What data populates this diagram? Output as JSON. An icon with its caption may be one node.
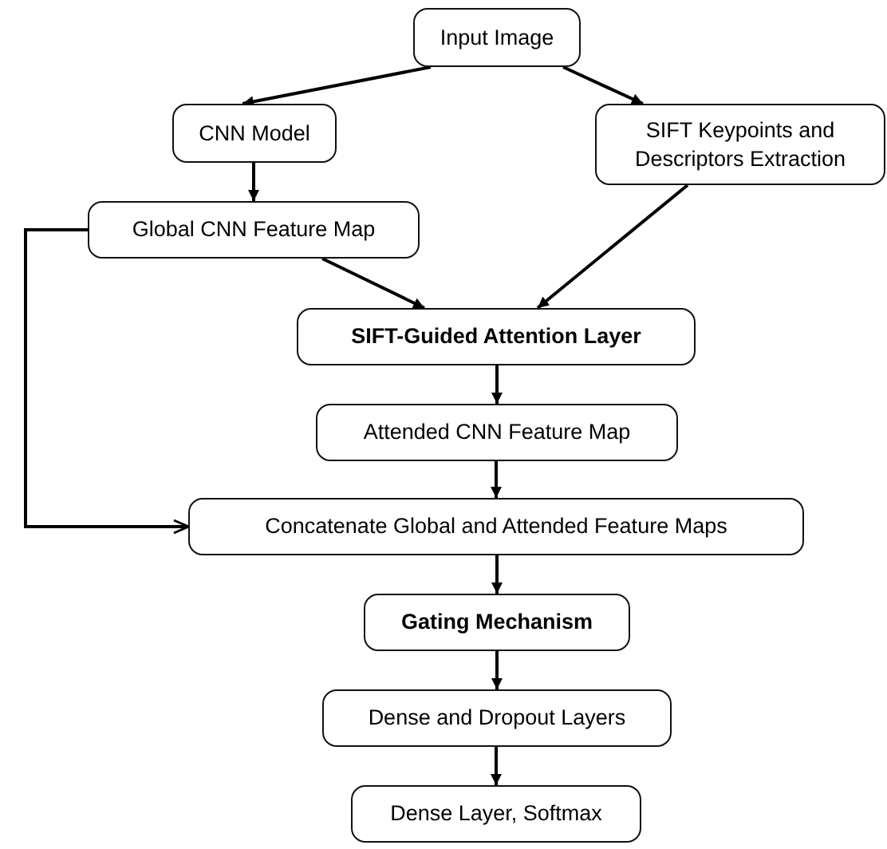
{
  "diagram": {
    "nodes": [
      {
        "text": [
          "Input Image"
        ]
      },
      {
        "text": [
          "CNN Model"
        ]
      },
      {
        "text": [
          "SIFT Keypoints and Descriptors Extraction"
        ]
      },
      {
        "text": [
          "Global CNN Feature Map"
        ]
      },
      {
        "text": [
          "SIFT-Guided Attention Layer"
        ]
      },
      {
        "text": [
          "Attended CNN Feature Map"
        ]
      },
      {
        "text": [
          "Concatenate Global and Attended Feature Maps"
        ]
      },
      {
        "text": [
          "Gating Mechanism"
        ]
      },
      {
        "text": [
          "Dense and Dropout Layers"
        ]
      },
      {
        "text": [
          "Dense Layer, Softmax"
        ]
      }
    ],
    "edges": [
      {
        "from": 0,
        "to": 1,
        "arrow": "to"
      },
      {
        "from": 0,
        "to": 2,
        "arrow": "to"
      },
      {
        "from": 1,
        "to": 3,
        "arrow": "to"
      },
      {
        "from": 3,
        "to": 4,
        "arrow": "to"
      },
      {
        "from": 2,
        "to": 4,
        "arrow": "to"
      },
      {
        "from": 4,
        "to": 5,
        "arrow": "to"
      },
      {
        "from": 3,
        "to": 6,
        "arrow": "to"
      },
      {
        "from": 5,
        "to": 6,
        "arrow": "to"
      },
      {
        "from": 6,
        "to": 7,
        "arrow": "to"
      },
      {
        "from": 7,
        "to": 8,
        "arrow": "to"
      },
      {
        "from": 8,
        "to": 9,
        "arrow": "to"
      }
    ]
  }
}
